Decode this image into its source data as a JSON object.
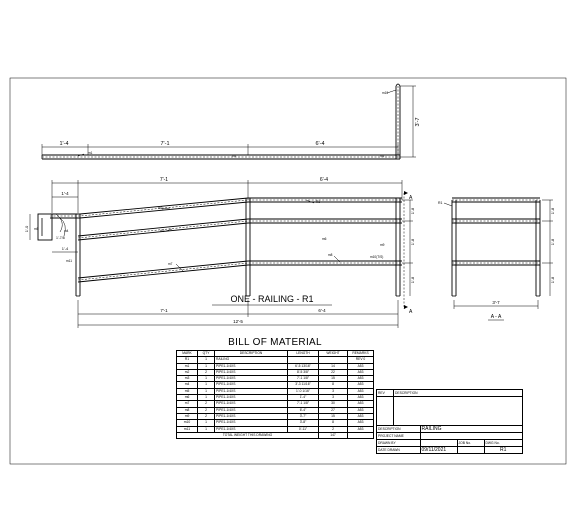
{
  "drawing": {
    "top_view": {
      "dims": [
        "1'-4",
        "7'-1",
        "6'-4",
        "3'-7"
      ],
      "marks": [
        "m10",
        "m1",
        "m1",
        "m1"
      ]
    },
    "elevation": {
      "dims_top": [
        "1'-4",
        "7'-1",
        "6'-4"
      ],
      "dims_left": [
        "1'-4",
        "1'-0",
        "1'-4",
        "1'-7/8"
      ],
      "dims_right": [
        "1'-8",
        "1'-8",
        "1'-8"
      ],
      "dims_bottom": [
        "7'-1",
        "6'-4",
        "12'-5"
      ],
      "marks": [
        "R1",
        "m2",
        "m3",
        "m4",
        "m5",
        "m6",
        "m7",
        "m8",
        "m9",
        "m10(T/S)",
        "m11"
      ],
      "section_mark": "A",
      "heading": "ONE - RAILING - R1"
    },
    "section": {
      "mark": "R1",
      "dims_right": [
        "1'-8",
        "1'-8",
        "1'-8"
      ],
      "dim_bottom": "3'-7",
      "label": "A - A"
    }
  },
  "bom": {
    "title": "BILL OF MATERIAL",
    "headers": [
      "MARK",
      "QTY",
      "DESCRIPTION",
      "LENGTH",
      "WEIGHT",
      "REMARKS"
    ],
    "rows": [
      [
        "R1",
        "1",
        "RAILING",
        "",
        "",
        "REV 0"
      ],
      [
        "m1",
        "1",
        "PIPE1-1/4XS",
        "6'-5 13/16\"",
        "14",
        "A53"
      ],
      [
        "m2",
        "2",
        "PIPE1-1/4XS",
        "8'-5 3/8\"",
        "22",
        "A53"
      ],
      [
        "m3",
        "1",
        "PIPE1-1/4XS",
        "7'-1 1/8\"",
        "15",
        "A53"
      ],
      [
        "m4",
        "1",
        "PIPE1-1/4XS",
        "3'-3 11/16\"",
        "8",
        "A53"
      ],
      [
        "m5",
        "1",
        "PIPE1-1/4XS",
        "1'-0 1/16\"",
        "3",
        "A53"
      ],
      [
        "m6",
        "1",
        "PIPE1-1/4XS",
        "1'-4\"",
        "3",
        "A53"
      ],
      [
        "m7",
        "2",
        "PIPE1-1/4XS",
        "7'-1 1/8\"",
        "30",
        "A53"
      ],
      [
        "m8",
        "2",
        "PIPE1-1/4XS",
        "6'-4\"",
        "27",
        "A53"
      ],
      [
        "m9",
        "2",
        "PIPE1-1/4XS",
        "3'-7\"",
        "15",
        "A53"
      ],
      [
        "m10",
        "1",
        "PIPE1-1/4XS",
        "3'-8\"",
        "8",
        "A53"
      ],
      [
        "m11",
        "1",
        "PIPE1-1/4XS",
        "0'-11\"",
        "2",
        "A53"
      ]
    ],
    "total_label": "TOTAL WEIGHT THIS DRAWING",
    "total_weight": "147"
  },
  "title_block": {
    "rev_header": "REV",
    "description_header": "DESCRIPTION",
    "description_label": "DESCRIPTION",
    "description_value": "RAILING",
    "project_label": "PROJECT NAME",
    "project_value": "",
    "drawn_by_label": "DRAWN BY",
    "job_no_label": "JOB No.",
    "dwg_no_label": "DWG No.",
    "date_label": "DATE DRAWN",
    "date_value": "09/11/2021",
    "dwg_no_value": "R1"
  }
}
